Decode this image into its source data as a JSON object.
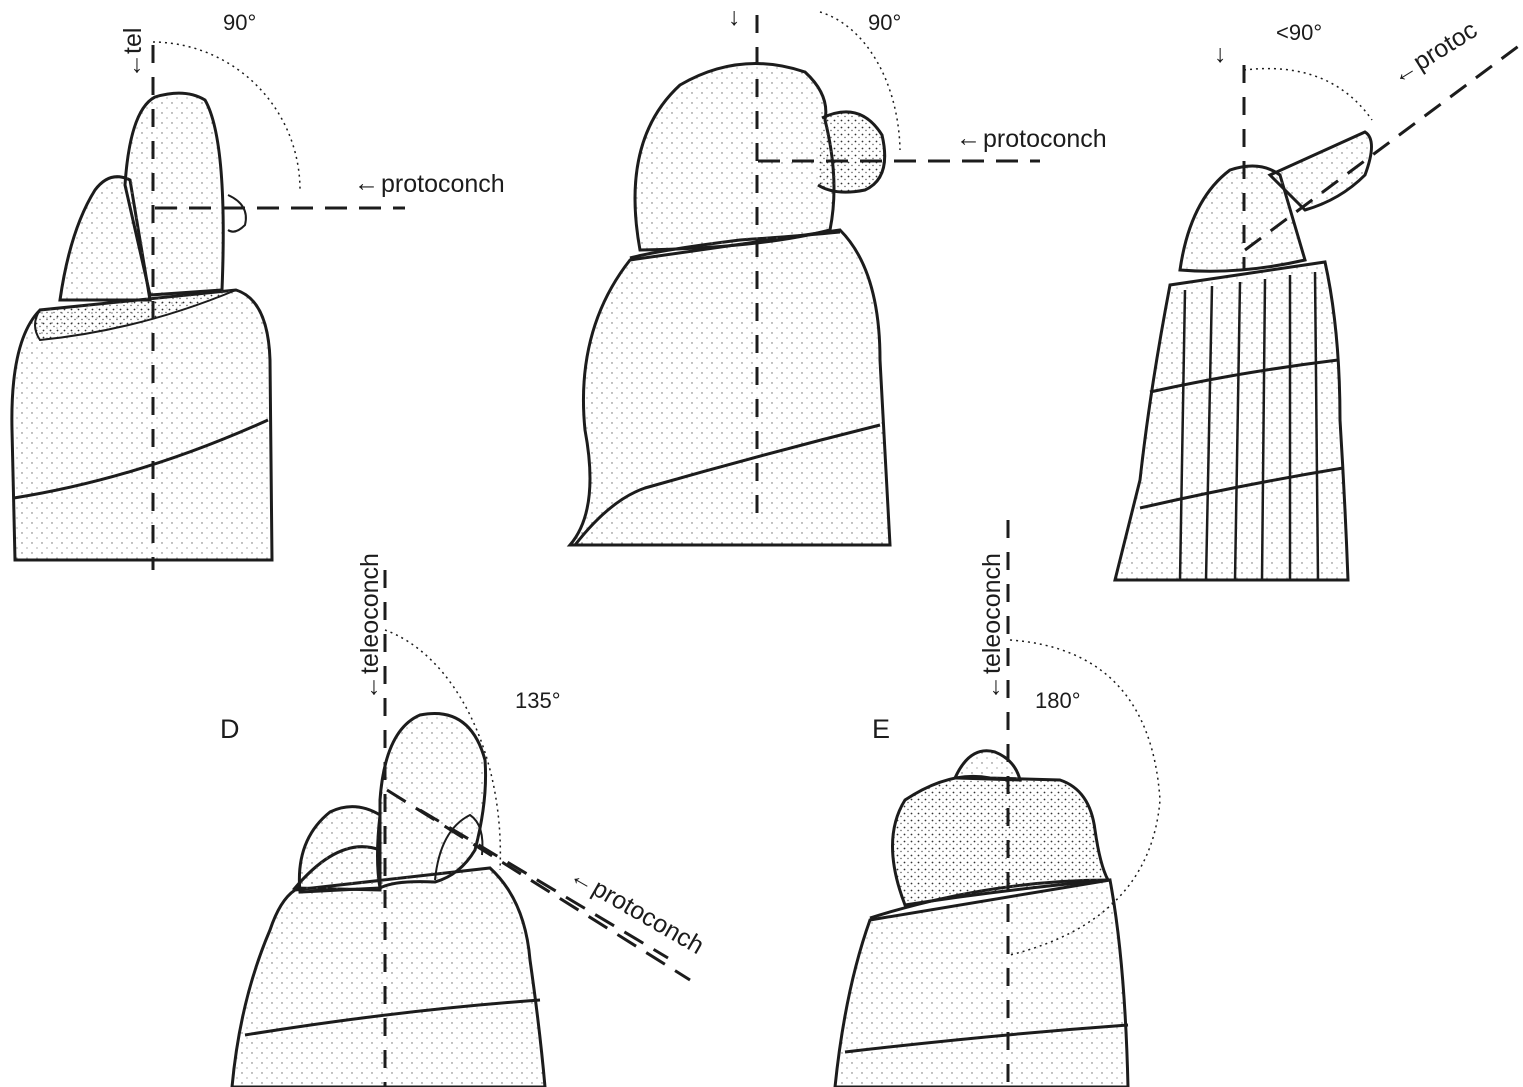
{
  "labels": {
    "protoconch": "protoconch",
    "teleoconch": "teleoconch",
    "teleoconch_truncated_a": "tel",
    "protoconch_truncated_c": "protoc",
    "arrow": "←"
  },
  "panels": [
    {
      "id": "A",
      "letter": "",
      "angle": "90°"
    },
    {
      "id": "B",
      "letter": "",
      "angle": "90°"
    },
    {
      "id": "C",
      "letter": "",
      "angle": "<90°"
    },
    {
      "id": "D",
      "letter": "D",
      "angle": "135°"
    },
    {
      "id": "E",
      "letter": "E",
      "angle": "180°"
    }
  ],
  "colors": {
    "ink": "#1c1c1c",
    "paper": "#ffffff"
  }
}
